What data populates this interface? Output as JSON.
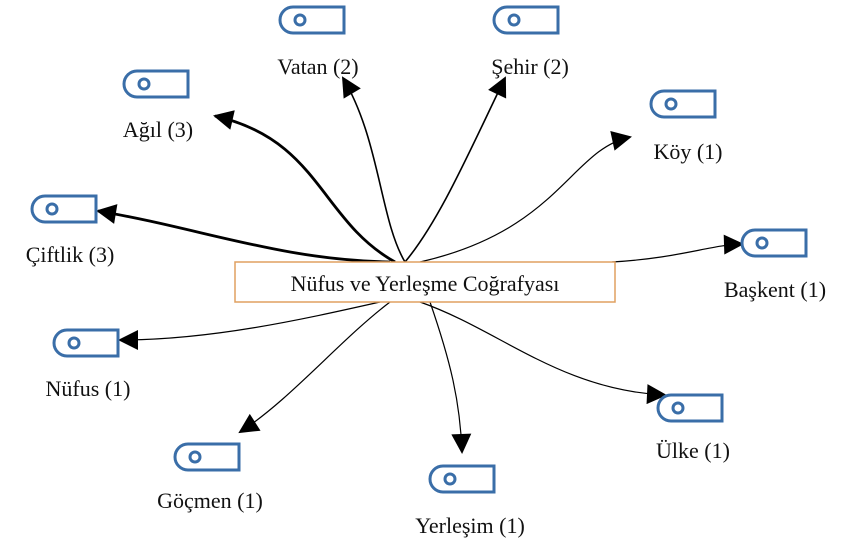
{
  "center": {
    "label": "Nüfus ve Yerleşme Coğrafyası"
  },
  "nodes": [
    {
      "id": "vatan",
      "label": "Vatan (2)",
      "weight": 2,
      "icon": "tag-icon"
    },
    {
      "id": "sehir",
      "label": "Şehir (2)",
      "weight": 2,
      "icon": "tag-icon"
    },
    {
      "id": "agil",
      "label": "Ağıl (3)",
      "weight": 3,
      "icon": "tag-icon"
    },
    {
      "id": "koy",
      "label": "Köy (1)",
      "weight": 1,
      "icon": "tag-icon"
    },
    {
      "id": "ciftlik",
      "label": "Çiftlik (3)",
      "weight": 3,
      "icon": "tag-icon"
    },
    {
      "id": "baskent",
      "label": "Başkent (1)",
      "weight": 1,
      "icon": "tag-icon"
    },
    {
      "id": "nufus",
      "label": "Nüfus (1)",
      "weight": 1,
      "icon": "tag-icon"
    },
    {
      "id": "ulke",
      "label": "Ülke (1)",
      "weight": 1,
      "icon": "tag-icon"
    },
    {
      "id": "gocmen",
      "label": "Göçmen (1)",
      "weight": 1,
      "icon": "tag-icon"
    },
    {
      "id": "yerlesim",
      "label": "Yerleşim (1)",
      "weight": 1,
      "icon": "tag-icon"
    }
  ],
  "colors": {
    "tag_icon": "#3a6ea8",
    "center_border": "#e0a060",
    "edge": "#000000"
  }
}
